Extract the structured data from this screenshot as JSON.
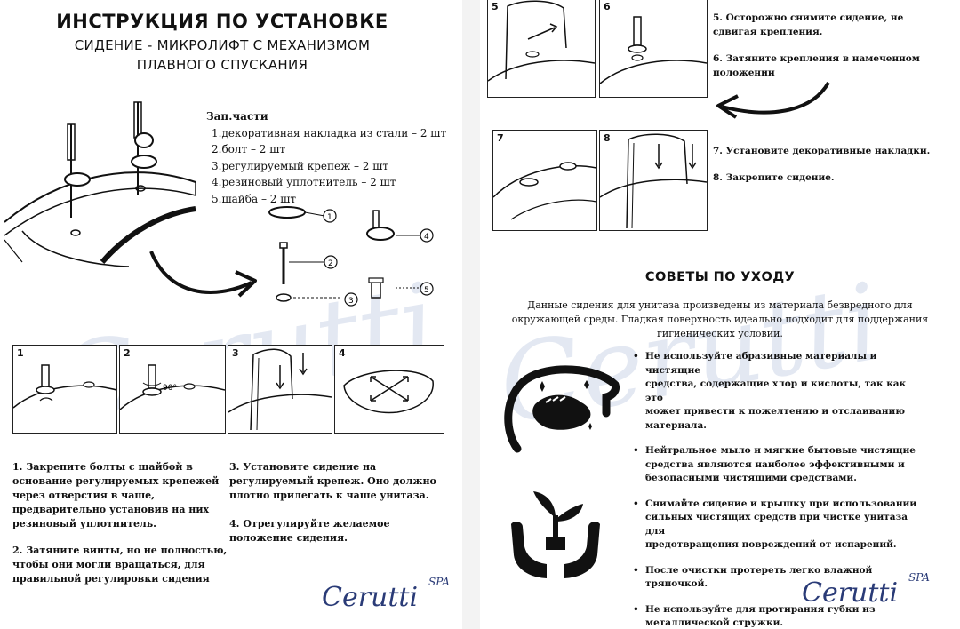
{
  "left": {
    "title": "ИНСТРУКЦИЯ ПО УСТАНОВКЕ",
    "subtitle_line1": "СИДЕНИЕ - МИКРОЛИФТ С МЕХАНИЗМОМ",
    "subtitle_line2": "ПЛАВНОГО СПУСКАНИЯ",
    "parts_header": "Зап.части",
    "parts": [
      "1.декоративная накладка из стали – 2 шт",
      "2.болт – 2 шт",
      "3.регулируемый крепеж – 2 шт",
      "4.резиновый уплотнитель – 2 шт",
      "5.шайба – 2 шт"
    ],
    "callouts": [
      "1",
      "2",
      "3",
      "4",
      "5"
    ],
    "panel_numbers": [
      "1",
      "2",
      "3",
      "4"
    ],
    "angle_label": "90°",
    "steps": {
      "s1": [
        "1.  Закрепите болты с шайбой в",
        "основание регулируемых крепежей",
        "через отверстия в чаше,",
        "предварительно установив на них",
        "резиновый уплотнитель."
      ],
      "s2": [
        "2.  Затяните винты, но не полностью,",
        "чтобы они могли вращаться, для",
        "правильной регулировки сидения"
      ],
      "s3": [
        "3. Установите сидение на",
        "регулируемый крепеж. Оно должно",
        "плотно прилегать к чаше унитаза."
      ],
      "s4": [
        "4. Отрегулируйте желаемое",
        "положение сидения."
      ]
    },
    "brand": "Cerutti",
    "brand_spa": "SPA",
    "watermark": "Cerutti"
  },
  "right": {
    "panel_numbers": [
      "5",
      "6",
      "7",
      "8"
    ],
    "step5": [
      "5. Осторожно снимите сидение, не",
      "сдвигая крепления."
    ],
    "step6": [
      "6. Затяните крепления в намеченном",
      "положении"
    ],
    "step7": "7. Установите декоративные накладки.",
    "step8": "8. Закрепите сидение.",
    "care_title": "СОВЕТЫ ПО УХОДУ",
    "care_intro": [
      "Данные сидения для унитаза произведены из материала безвредного для",
      "окружающей среды. Гладкая поверхность идеально подходит для поддержания",
      "гигиенических условий."
    ],
    "tips": [
      [
        "Не используйте абразивные материалы и чистящие",
        "средства, содержащие хлор и кислоты, так как это",
        "может привести к пожелтению и отслаиванию",
        "материала."
      ],
      [
        "Нейтральное мыло и мягкие бытовые чистящие",
        "средства являются наиболее эффективными и",
        "безопасными чистящими средствами."
      ],
      [
        "Снимайте сидение и крышку при использовании",
        "сильных чистящих средств при чистке унитаза для",
        "предотвращения повреждений от испарений."
      ],
      [
        "После очистки протереть легко влажной тряпочкой."
      ],
      [
        "Не используйте для протирания губки из",
        "металлической стружки."
      ]
    ],
    "bullet": "•",
    "brand": "Cerutti",
    "brand_spa": "SPA",
    "watermark": "Cerutti"
  },
  "icons": [
    "toilet-seat-cleaning-icon",
    "hands-sprout-icon"
  ],
  "colors": {
    "brand": "#2a3b77",
    "watermark": "#e3e8f2",
    "ink": "#111111"
  }
}
